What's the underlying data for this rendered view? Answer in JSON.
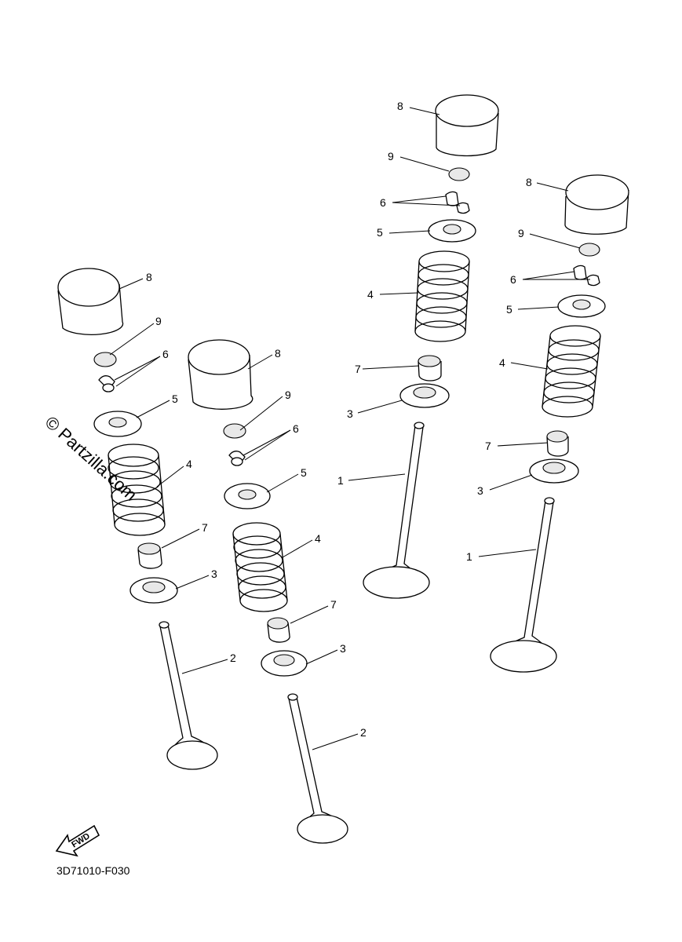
{
  "diagram": {
    "watermark": "© Partzilla.com",
    "drawing_code": "3D71010-F030",
    "fwd_label": "FWD",
    "callouts": {
      "c1": "1",
      "c2": "2",
      "c3": "3",
      "c4": "4",
      "c5": "5",
      "c6": "6",
      "c7": "7",
      "c8": "8",
      "c9": "9"
    }
  }
}
